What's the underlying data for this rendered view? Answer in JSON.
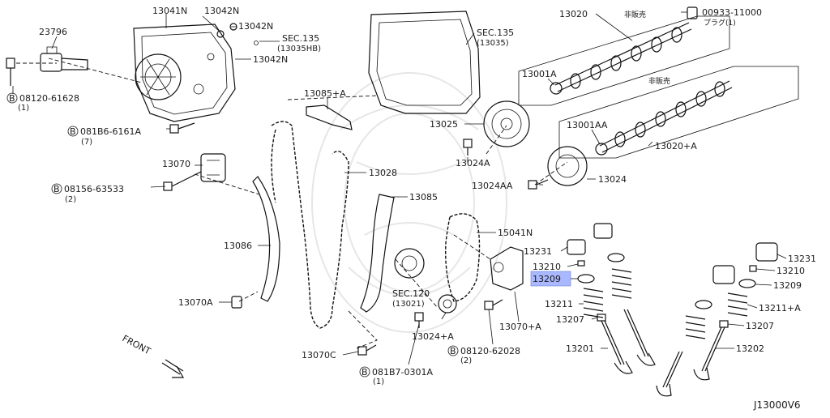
{
  "diagram": {
    "code": "J13000V6",
    "front_label": "FRONT",
    "highlighted_part": "13209",
    "labels": {
      "p13041N": "13041N",
      "p13042N_a": "13042N",
      "p13042N_b": "13042N",
      "p13042N_c": "13042N",
      "sec135a": "SEC.135",
      "sec135a_sub": "(13035HB)",
      "p23796": "23796",
      "b08120_61628": "08120-61628",
      "b08120_61628_qty": "(1)",
      "b081B6_6161A": "081B6-6161A",
      "b081B6_6161A_qty": "(7)",
      "p13070": "13070",
      "b08156_63533": "08156-63533",
      "b08156_63533_qty": "(2)",
      "p13085A": "13085+A",
      "p13028": "13028",
      "p13085": "13085",
      "p13086": "13086",
      "p13070A": "13070A",
      "p13070C": "13070C",
      "sec120": "SEC.120",
      "sec120_sub": "(13021)",
      "p13024A_plus": "13024+A",
      "b081B7_0301A": "081B7-0301A",
      "b081B7_0301A_qty": "(1)",
      "b08120_62028": "08120-62028",
      "b08120_62028_qty": "(2)",
      "p13070A_plus": "13070+A",
      "p15041N": "15041N",
      "sec135b": "SEC.135",
      "sec135b_sub": "(13035)",
      "p13025": "13025",
      "p13024A": "13024A",
      "p13024AA": "13024AA",
      "p13024": "13024",
      "p13020": "13020",
      "not_for_sale_a": "非販売",
      "p00933_11000": "00933-11000",
      "plug_qty": "プラグ(1)",
      "p13001A": "13001A",
      "not_for_sale_b": "非販売",
      "p13001AA": "13001AA",
      "p13020A": "13020+A",
      "p13231_a": "13231",
      "p13210_a": "13210",
      "p13209_a": "13209",
      "p13211": "13211",
      "p13207_a": "13207",
      "p13201": "13201",
      "p13231_b": "13231",
      "p13210_b": "13210",
      "p13209_b": "13209",
      "p13211A": "13211+A",
      "p13207_b": "13207",
      "p13202": "13202",
      "bolt_marker": "B"
    }
  }
}
